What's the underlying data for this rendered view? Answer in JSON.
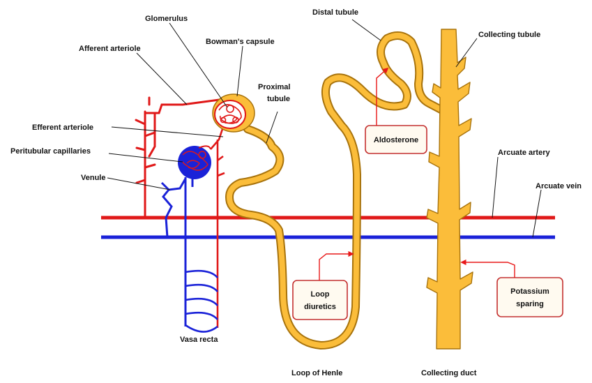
{
  "labels": {
    "glomerulus": "Glomerulus",
    "bowmans_capsule": "Bowman's capsule",
    "afferent_arteriole": "Afferent arteriole",
    "efferent_arteriole": "Efferent arteriole",
    "peritubular_capillaries": "Peritubular capillaries",
    "venule": "Venule",
    "proximal_tubule_line1": "Proximal",
    "proximal_tubule_line2": "tubule",
    "distal_tubule": "Distal tubule",
    "collecting_tubule": "Collecting tubule",
    "arcuate_artery": "Arcuate artery",
    "arcuate_vein": "Arcuate vein",
    "vasa_recta": "Vasa recta",
    "loop_of_henle": "Loop of Henle",
    "collecting_duct": "Collecting duct"
  },
  "callouts": {
    "aldosterone": "Aldosterone",
    "loop_diuretics_line1": "Loop",
    "loop_diuretics_line2": "diuretics",
    "potassium_sparing_line1": "Potassium",
    "potassium_sparing_line2": "sparing"
  },
  "colors": {
    "artery": "#e01818",
    "vein": "#1a22d8",
    "tubule_fill": "#fbbd3a",
    "tubule_edge": "#a8730c",
    "callout_arrow": "#e81818"
  }
}
